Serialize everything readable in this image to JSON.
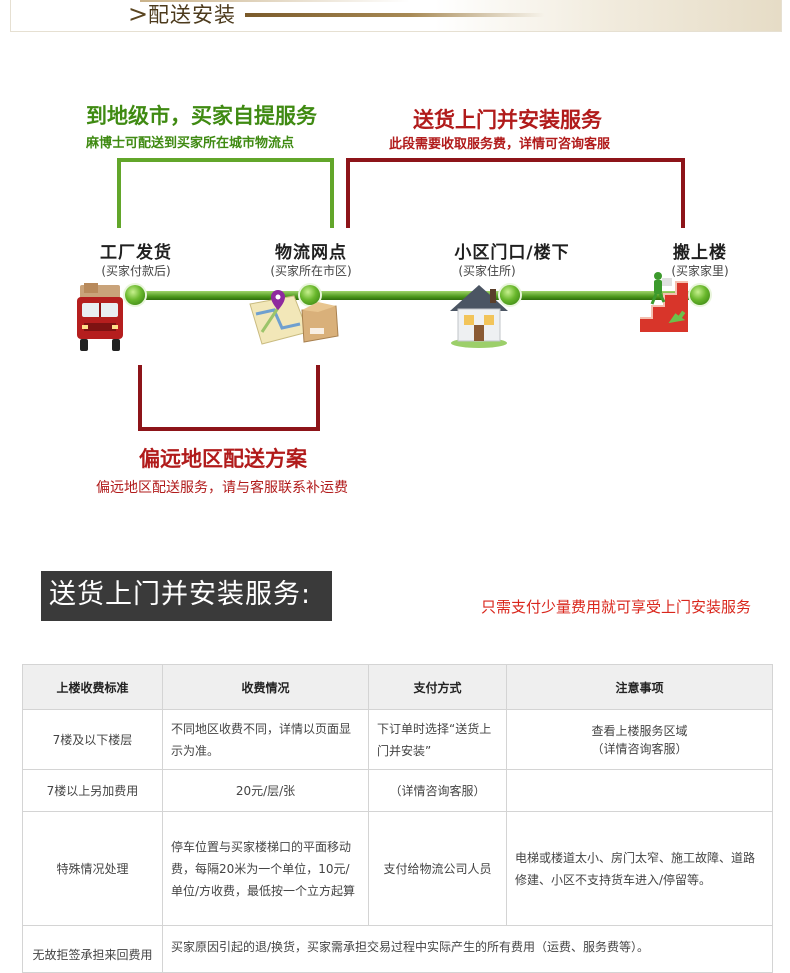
{
  "header": {
    "chevron": ">",
    "title": "配送安装"
  },
  "diagram": {
    "self_pickup": {
      "title": "到地级市，买家自提服务",
      "subtitle": "麻博士可配送到买家所在城市物流点"
    },
    "home_delivery": {
      "title": "送货上门并安装服务",
      "subtitle": "此段需要收取服务费，详情可咨询客服"
    },
    "remote": {
      "title": "偏远地区配送方案",
      "subtitle": "偏远地区配送服务，请与客服联系补运费"
    },
    "stages": [
      {
        "name": "工厂发货",
        "sub": "(买家付款后)",
        "icon": "truck-icon"
      },
      {
        "name": "物流网点",
        "sub": "(买家所在市区)",
        "icon": "map-package-icon"
      },
      {
        "name": "小区门口/楼下",
        "sub": "(买家住所)",
        "icon": "house-icon"
      },
      {
        "name": "搬上楼",
        "sub": "(买家家里)",
        "icon": "stairs-carry-icon"
      }
    ],
    "colors": {
      "green": "#3f8a12",
      "red": "#b11b1b",
      "dark_red": "#8d1419"
    }
  },
  "service": {
    "title": "送货上门并安装服务:",
    "note": "只需支付少量费用就可享受上门安装服务"
  },
  "table": {
    "headers": [
      "上楼收费标准",
      "收费情况",
      "支付方式",
      "注意事项"
    ],
    "rows": [
      {
        "standard": "7楼及以下楼层",
        "fee": "不同地区收费不同，详情以页面显示为准。",
        "payment": "下订单时选择“送货上门并安装”",
        "notes_line1": "查看上楼服务区域",
        "notes_line2": "（详情咨询客服）"
      },
      {
        "standard": "7楼以上另加费用",
        "fee": "20元/层/张",
        "payment": "（详情咨询客服）",
        "notes": ""
      },
      {
        "standard": "特殊情况处理",
        "fee": "停车位置与买家楼梯口的平面移动费，每隔20米为一个单位，10元/单位/方收费，最低按一个立方起算",
        "payment": "支付给物流公司人员",
        "notes": "电梯或楼道太小、房门太窄、施工故障、道路修建、小区不支持货车进入/停留等。"
      },
      {
        "standard": "无故拒签承担来回费用",
        "fee": "买家原因引起的退/换货，买家需承担交易过程中实际产生的所有费用（运费、服务费等）。"
      }
    ]
  }
}
